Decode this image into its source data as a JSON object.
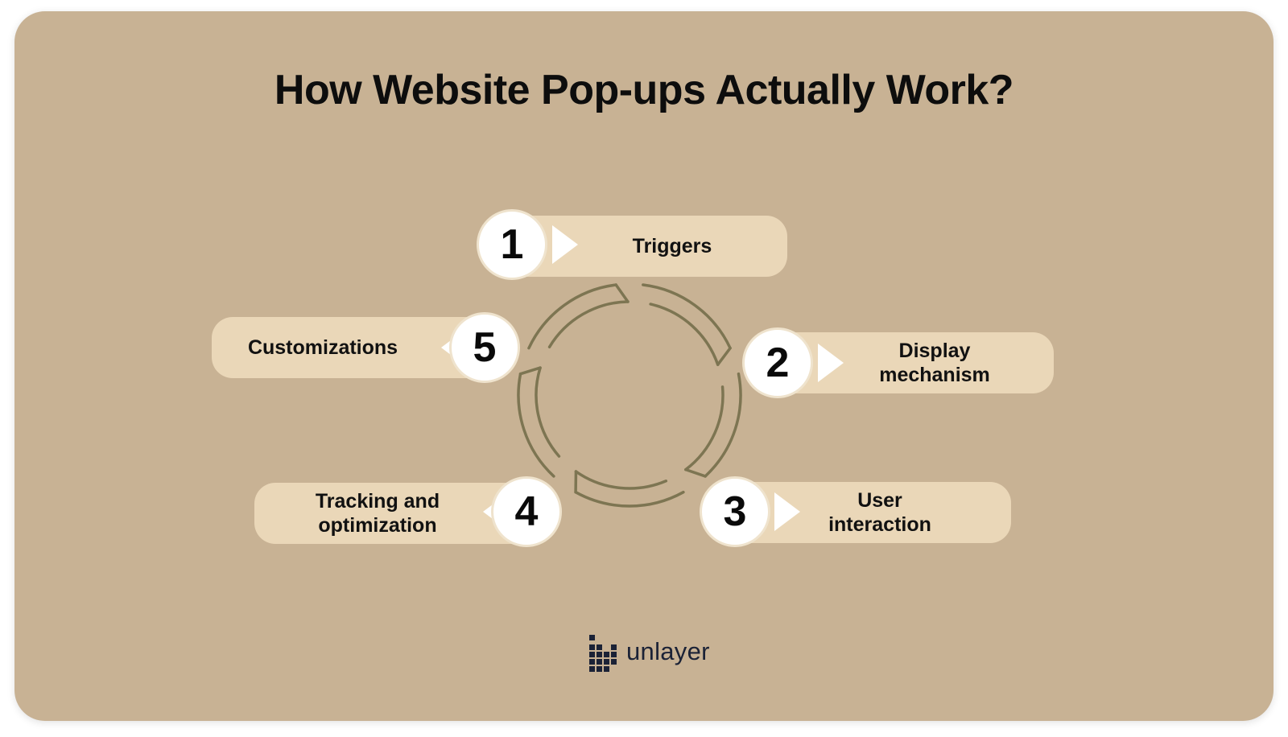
{
  "title": "How Website Pop-ups Actually Work?",
  "steps": [
    {
      "number": "1",
      "label": "Triggers"
    },
    {
      "number": "2",
      "label": "Display\nmechanism"
    },
    {
      "number": "3",
      "label": "User\ninteraction"
    },
    {
      "number": "4",
      "label": "Tracking and\noptimization"
    },
    {
      "number": "5",
      "label": "Customizations"
    }
  ],
  "brand": {
    "name": "unlayer"
  },
  "colors": {
    "background": "#c8b294",
    "pill": "#ead7b8",
    "ring": "#7d7552",
    "text": "#0d0d0d",
    "brand": "#1b2236"
  }
}
